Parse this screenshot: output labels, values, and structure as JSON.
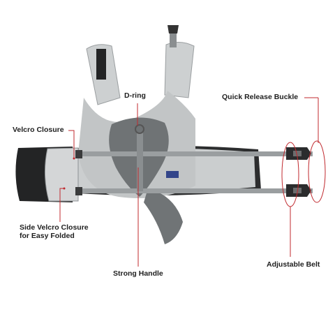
{
  "labels": {
    "d_ring": "D-ring",
    "quick_release_buckle": "Quick Release Buckle",
    "velcro_closure": "Velcro Closure",
    "side_velcro_line1": "Side Velcro Closure",
    "side_velcro_line2": "for Easy Folded",
    "strong_handle": "Strong Handle",
    "adjustable_belt": "Adjustable Belt"
  },
  "colors": {
    "callout_line": "#c0282d",
    "label_text": "#1e1e1e",
    "vest_light": "#c5c8c9",
    "vest_dark": "#6f7375",
    "strap": "#9a9ea0",
    "velcro_black": "#232425"
  }
}
